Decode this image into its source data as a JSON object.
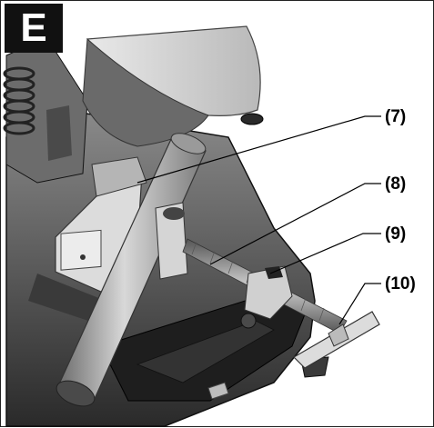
{
  "figure": {
    "letter": "E",
    "callouts": [
      {
        "id": "7",
        "label": "(7)"
      },
      {
        "id": "8",
        "label": "(8)"
      },
      {
        "id": "9",
        "label": "(9)"
      },
      {
        "id": "10",
        "label": "(10)"
      }
    ]
  }
}
